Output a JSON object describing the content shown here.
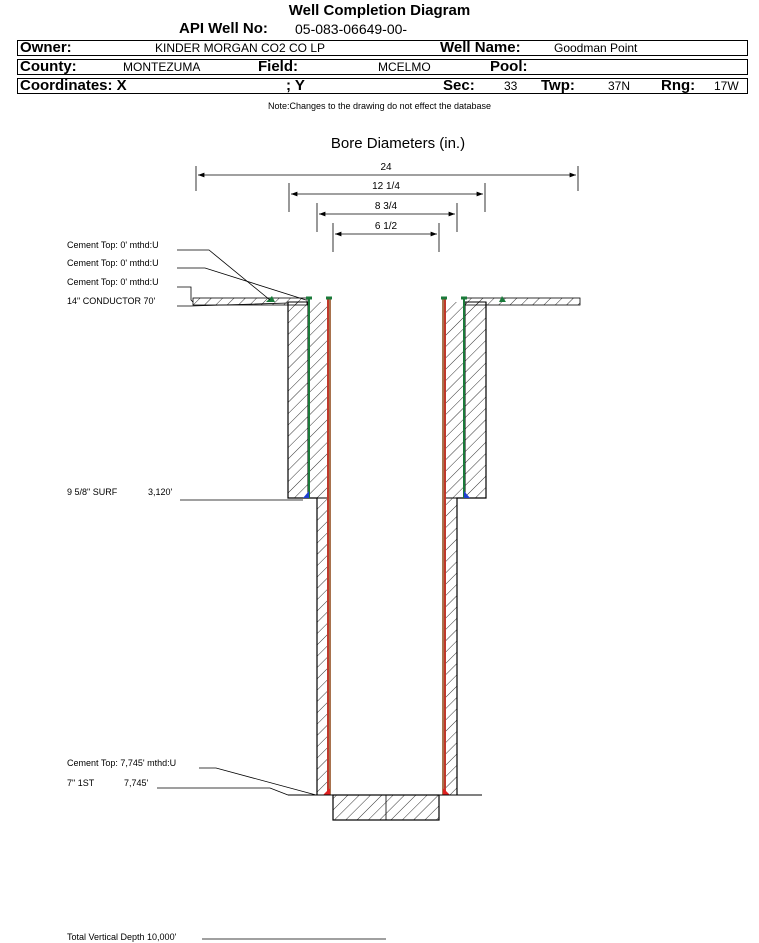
{
  "title": "Well Completion Diagram",
  "header": {
    "api_label": "API Well No:",
    "api_value": "05-083-06649-00-",
    "owner_label": "Owner:",
    "owner_value": "KINDER MORGAN CO2 CO LP",
    "wellname_label": "Well Name:",
    "wellname_value": "Goodman Point",
    "county_label": "County:",
    "county_value": "MONTEZUMA",
    "field_label": "Field:",
    "field_value": "MCELMO",
    "pool_label": "Pool:",
    "pool_value": "",
    "coord_label": "Coordinates: X",
    "coord_y_label": "; Y",
    "sec_label": "Sec:",
    "sec_value": "33",
    "twp_label": "Twp:",
    "twp_value": "37N",
    "rng_label": "Rng:",
    "rng_value": "17W"
  },
  "note": "Note:Changes to the drawing do not effect the database",
  "diagram": {
    "bore_title": "Bore Diameters (in.)",
    "bore_diameters": [
      "24",
      "12 1/4",
      "8 3/4",
      "6 1/2"
    ],
    "labels": {
      "cement1": "Cement Top: 0' mthd:U",
      "cement2": "Cement Top: 0' mthd:U",
      "cement3": "Cement Top: 0' mthd:U",
      "conductor": "14\" CONDUCTOR  70'",
      "surf_name": "9 5/8\" SURF",
      "surf_depth": "3,120'",
      "cement4": "Cement Top: 7,745' mthd:U",
      "first_name": "7\" 1ST",
      "first_depth": "7,745'",
      "tvd": "Total Vertical Depth 10,000'"
    },
    "colors": {
      "outer_line": "#000000",
      "surf_casing": "#1a7a3a",
      "prod_casing": "#c0392b",
      "prod_casing_inner": "#8b4513",
      "shoe_blue": "#1f3fd0",
      "shoe_red": "#e02020"
    }
  }
}
